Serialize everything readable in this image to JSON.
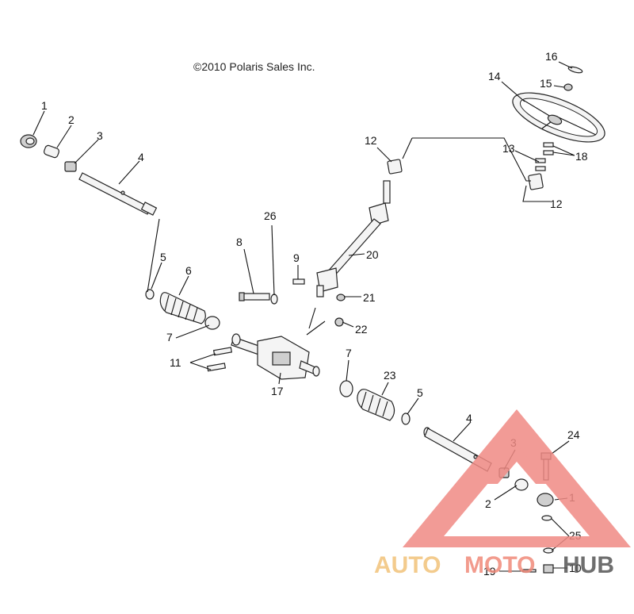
{
  "copyright": "©2010 Polaris Sales Inc.",
  "callouts": [
    {
      "id": "c1a",
      "text": "1"
    },
    {
      "id": "c2a",
      "text": "2"
    },
    {
      "id": "c3a",
      "text": "3"
    },
    {
      "id": "c4a",
      "text": "4"
    },
    {
      "id": "c5a",
      "text": "5"
    },
    {
      "id": "c6",
      "text": "6"
    },
    {
      "id": "c7a",
      "text": "7"
    },
    {
      "id": "c8",
      "text": "8"
    },
    {
      "id": "c9",
      "text": "9"
    },
    {
      "id": "c11",
      "text": "11"
    },
    {
      "id": "c12a",
      "text": "12"
    },
    {
      "id": "c12b",
      "text": "12"
    },
    {
      "id": "c13",
      "text": "13"
    },
    {
      "id": "c14",
      "text": "14"
    },
    {
      "id": "c15",
      "text": "15"
    },
    {
      "id": "c16",
      "text": "16"
    },
    {
      "id": "c17",
      "text": "17"
    },
    {
      "id": "c18",
      "text": "18"
    },
    {
      "id": "c20",
      "text": "20"
    },
    {
      "id": "c21",
      "text": "21"
    },
    {
      "id": "c22",
      "text": "22"
    },
    {
      "id": "c23",
      "text": "23"
    },
    {
      "id": "c26",
      "text": "26"
    },
    {
      "id": "c7b",
      "text": "7"
    },
    {
      "id": "c5b",
      "text": "5"
    },
    {
      "id": "c4b",
      "text": "4"
    },
    {
      "id": "c3b",
      "text": "3"
    },
    {
      "id": "c2b",
      "text": "2"
    },
    {
      "id": "c24",
      "text": "24"
    },
    {
      "id": "c1b",
      "text": "1"
    },
    {
      "id": "c25",
      "text": "25"
    },
    {
      "id": "c19",
      "text": "19"
    },
    {
      "id": "c10",
      "text": "10"
    }
  ],
  "watermark": {
    "text_a": "AUTO",
    "text_b": "MOTO",
    "text_c": "HUB",
    "color_a": "#f2c27a",
    "color_b": "#f08a7a",
    "color_c": "#555555",
    "triangle_color": "#f08a84"
  }
}
